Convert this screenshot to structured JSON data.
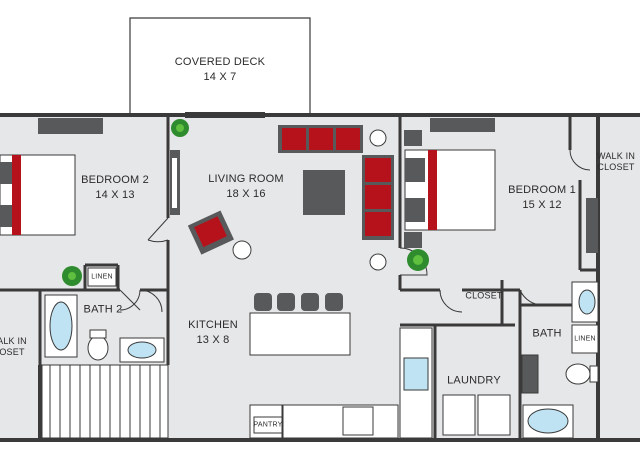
{
  "rooms": {
    "covered_deck": {
      "name": "COVERED DECK",
      "size": "14 X 7"
    },
    "bedroom_2": {
      "name": "BEDROOM 2",
      "size": "14 X 13"
    },
    "living_room": {
      "name": "LIVING ROOM",
      "size": "18 X 16"
    },
    "bedroom_1": {
      "name": "BEDROOM 1",
      "size": "15 X 12"
    },
    "walk_in_closet_right": {
      "line1": "WALK IN",
      "line2": "CLOSET"
    },
    "walk_in_closet_left": {
      "line1": "ALK IN",
      "line2": "OSET"
    },
    "kitchen": {
      "name": "KITCHEN",
      "size": "13 X 8"
    },
    "bath_2": {
      "name": "BATH 2"
    },
    "bath": {
      "name": "BATH"
    },
    "laundry": {
      "name": "LAUNDRY"
    },
    "closet": {
      "name": "CLOSET"
    },
    "linen_left": {
      "name": "LINEN"
    },
    "linen_right": {
      "name": "LINEN"
    },
    "pantry": {
      "name": "PANTRY"
    }
  },
  "colors": {
    "floor": "#e6e7e8",
    "wall": "#3a3a3a",
    "furniture_dark": "#58595b",
    "accent_red": "#b5121b",
    "fixture_blue": "#bfe3f3",
    "plant_green": "#2e8b2e"
  }
}
